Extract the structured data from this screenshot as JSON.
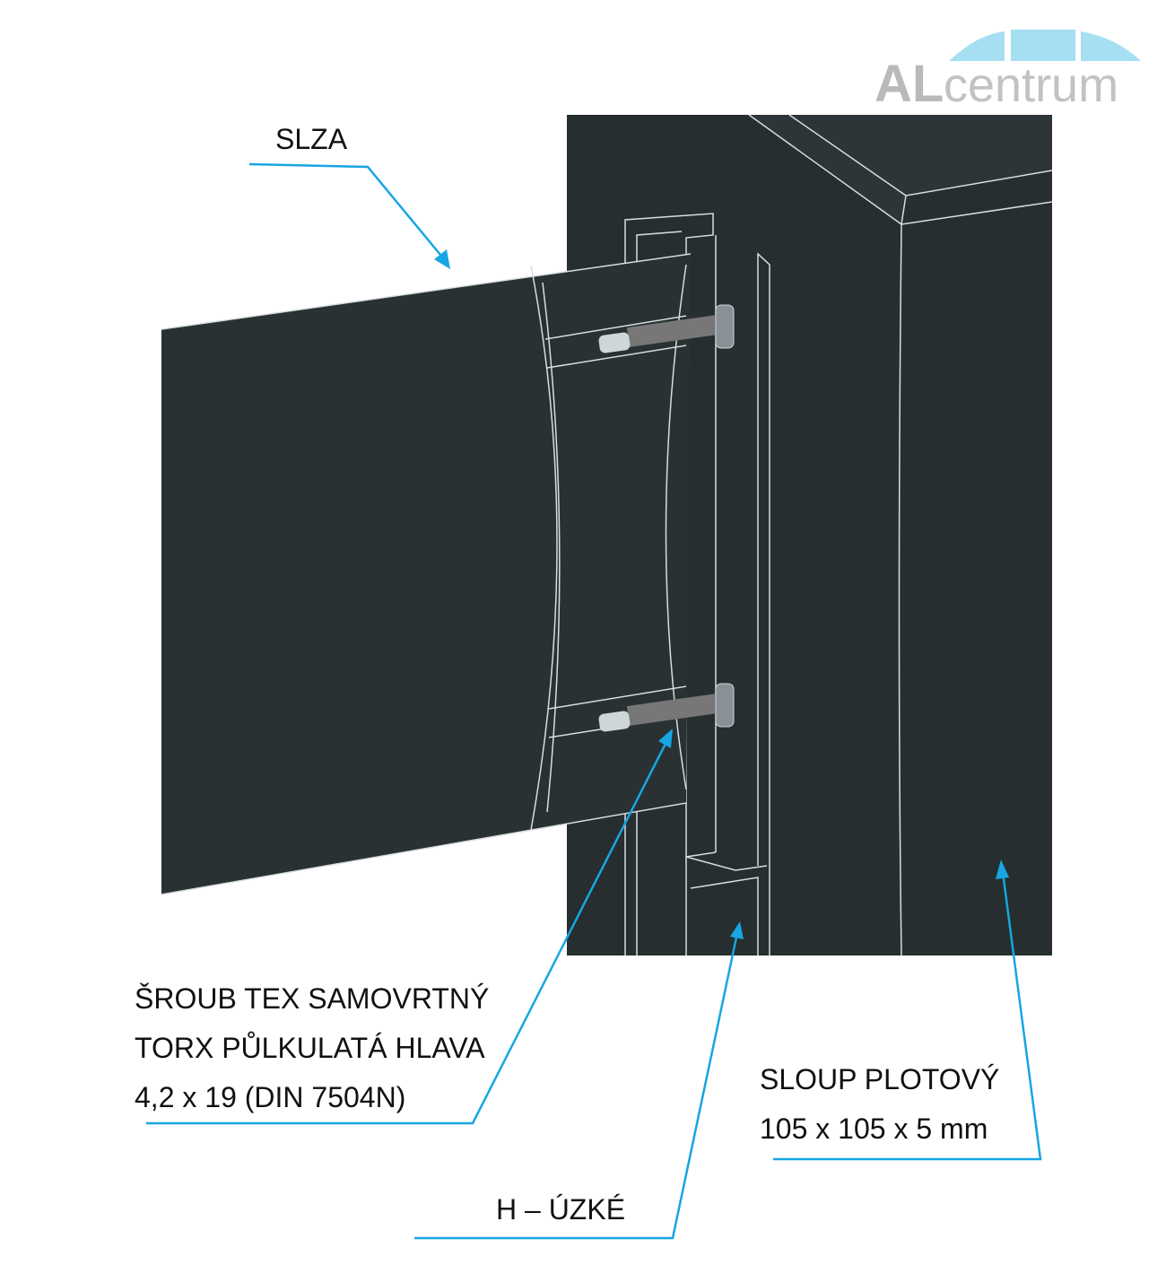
{
  "logo": {
    "text_al": "AL",
    "text_rest": "centrum",
    "brand_gray": "#b9b9b9",
    "brand_blue": "#a6def2"
  },
  "colors": {
    "body": "#262e30",
    "callout": "#17a6e3"
  },
  "labels": {
    "slat": "SLZA",
    "screw": [
      "ŠROUB TEX SAMOVRTNÝ",
      "TORX PŮLKULATÁ HLAVA",
      "4,2 x 19 (DIN 7504N)"
    ],
    "post": [
      "SLOUP PLOTOVÝ",
      "105 x 105 x 5 mm"
    ],
    "h_profile": "H – ÚZKÉ"
  }
}
